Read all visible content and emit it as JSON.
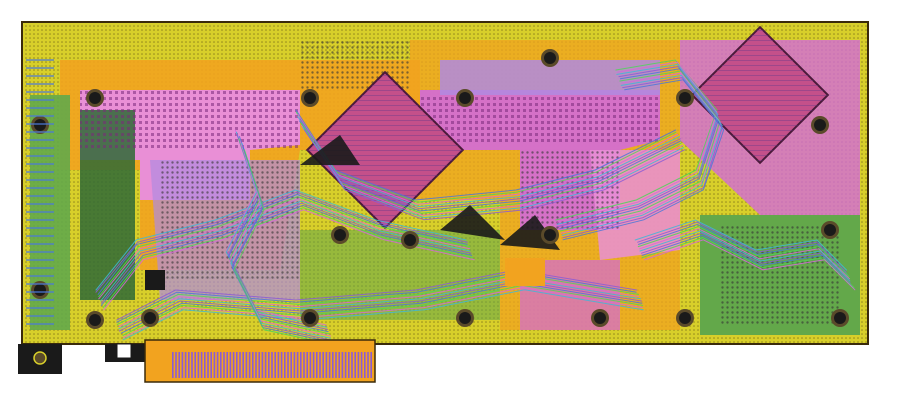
{
  "diagram": {
    "kind": "pcb-layout",
    "colors": {
      "background": "#ffffff",
      "board_fill": "#d8cf2a",
      "board_outline": "#3a2a0a",
      "ground_pour": "#f2a31f",
      "copper_pink": "#e98fd6",
      "copper_magenta": "#d36ad9",
      "copper_violet": "#b08ae0",
      "green_pour": "#63a84a",
      "dark_green": "#2f6a36",
      "trace_cyan": "#3fb6d8",
      "trace_purple": "#8b5bd6",
      "trace_blue": "#4a78d8",
      "trace_green": "#4fd35a",
      "via_dark": "#1a1a1a",
      "via_ring": "#5a4a2a",
      "silk_white": "#ffffff"
    },
    "elements": {
      "edge_connector": "pcie-edge-connector",
      "io_bracket": "bracket-slot",
      "mounting_holes": 19,
      "bga_packages": 2
    }
  }
}
